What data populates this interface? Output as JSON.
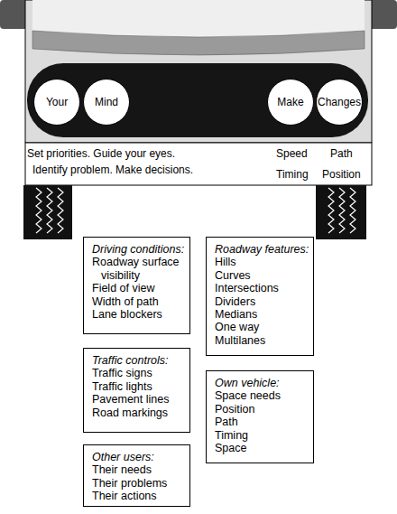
{
  "diagram": {
    "nodes": [
      {
        "text": [
          "Your"
        ]
      },
      {
        "text": [
          "Mind"
        ]
      },
      {
        "text": [
          "Make"
        ]
      },
      {
        "text": [
          "Changes"
        ]
      },
      {
        "text": [
          "Driving conditions:",
          "Roadway surface visibility",
          "Field of view",
          "Width of path",
          "Lane blockers"
        ]
      },
      {
        "text": [
          "Roadway features:",
          "Hills",
          "Curves",
          "Intersections",
          "Dividers",
          "Medians",
          "One way",
          "Multilanes"
        ]
      },
      {
        "text": [
          "Traffic controls:",
          "Traffic signs",
          "Traffic lights",
          "Pavement lines",
          "Road markings"
        ]
      },
      {
        "text": [
          "Own vehicle:",
          "Space needs",
          "Position",
          "Path",
          "Timing",
          "Space"
        ]
      },
      {
        "text": [
          "Other users:",
          "Their needs",
          "Their problems",
          "Their actions"
        ]
      }
    ],
    "labels": [
      "Set priorities. Guide your eyes.",
      "Identify problem. Make decisions.",
      "Speed",
      "Path",
      "Timing",
      "Position"
    ]
  }
}
